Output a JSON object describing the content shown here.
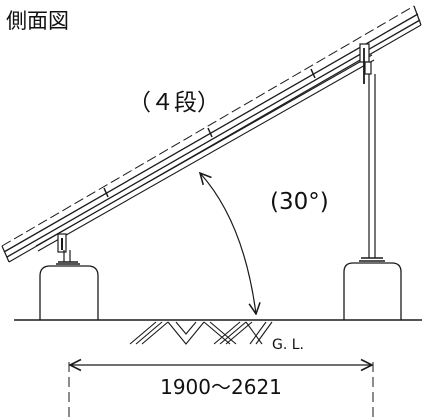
{
  "title": "側面図",
  "labels": {
    "tiers": "（４段）",
    "angle": "(30°)",
    "ground": "G. L.",
    "span": "1900～2621"
  },
  "colors": {
    "line": "#1a1a1a",
    "background": "#ffffff"
  }
}
